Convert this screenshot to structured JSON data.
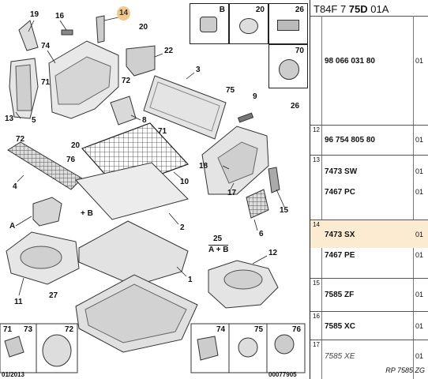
{
  "header": {
    "prefix": "T84F 7 ",
    "bold": "75D",
    "suffix": " 01A"
  },
  "callouts": {
    "c19": "19",
    "c16": "16",
    "c14": "14",
    "c20a": "20",
    "c74": "74",
    "c22": "22",
    "c3": "3",
    "c71a": "71",
    "c72a": "72",
    "c13": "13",
    "c5": "5",
    "c8": "8",
    "c71b": "71",
    "c75": "75",
    "c9": "9",
    "c26": "26",
    "c72b": "72",
    "c20b": "20",
    "c76": "76",
    "c18": "18",
    "c4": "4",
    "c10": "10",
    "c17": "17",
    "c15": "15",
    "cA": "A",
    "cB": "+ B",
    "c2": "2",
    "c6": "6",
    "c25": "25",
    "cAB": "A + B",
    "c12": "12",
    "c1": "1",
    "c11": "11",
    "c27": "27"
  },
  "insets_top": {
    "b": "B",
    "i20": "20",
    "i26": "26",
    "i70": "70"
  },
  "insets_bottom": {
    "i71": "71",
    "i73": "73",
    "i72": "72",
    "i74": "74",
    "i75": "75",
    "i76": "76"
  },
  "footer": {
    "date": "01/2013",
    "code": "00077905"
  },
  "table": {
    "rows": [
      {
        "num": "",
        "ref": "98 066 031 80",
        "qty": "01"
      },
      {
        "num": "12",
        "ref": "96 754 805 80",
        "qty": "01"
      },
      {
        "num": "13",
        "ref": "7473 SW",
        "qty": "01"
      },
      {
        "num": "",
        "ref": "7467 PC",
        "qty": "01"
      },
      {
        "num": "14",
        "ref": "7473 SX",
        "qty": "01"
      },
      {
        "num": "",
        "ref": "7467 PE",
        "qty": "01"
      },
      {
        "num": "15",
        "ref": "7585 ZF",
        "qty": "01"
      },
      {
        "num": "16",
        "ref": "7585 XC",
        "qty": "01"
      },
      {
        "num": "17",
        "ref": "7585 XE",
        "qty": "01"
      }
    ],
    "rp": "RP 7585 ZG"
  },
  "colors": {
    "highlight": "#f2c88f",
    "row_highlight": "#fcebd1"
  }
}
